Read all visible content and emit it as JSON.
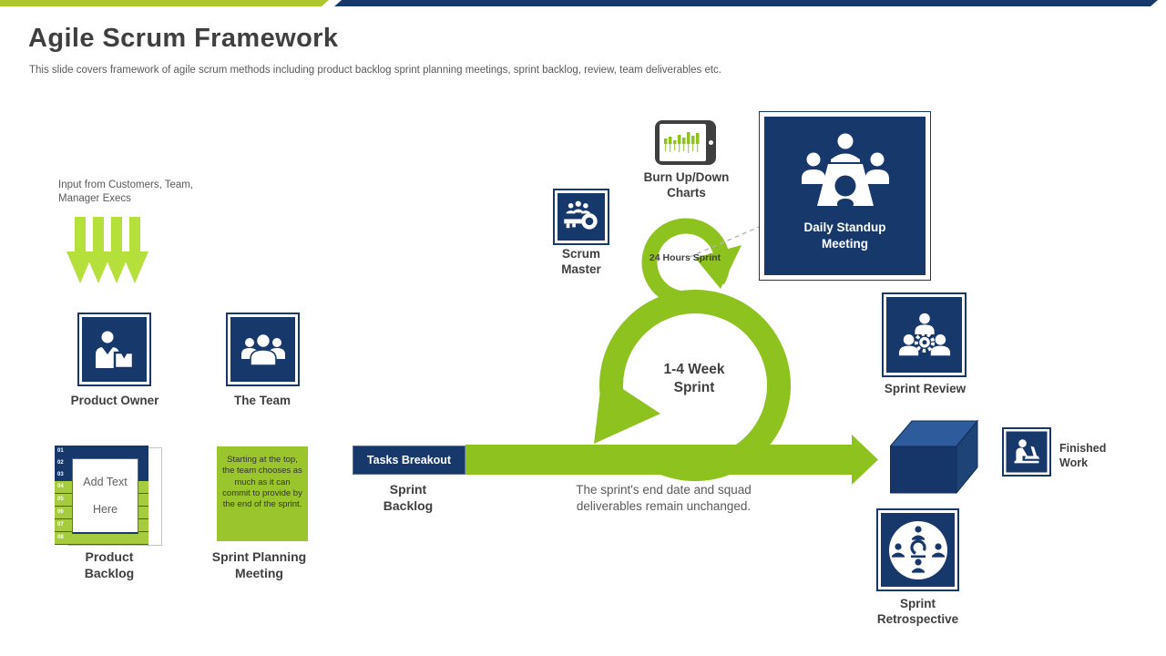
{
  "colors": {
    "navy": "#17386b",
    "green": "#8dc21f",
    "green_light": "#b5e03c",
    "green_row": "#a6cb3e",
    "green_box": "#9ac52d",
    "bar_green": "#aec72e",
    "ink": "#3f3f3f",
    "gray": "#595959"
  },
  "header": {
    "title": "Agile Scrum Framework",
    "subtitle": "This slide covers framework of agile scrum methods including product backlog sprint planning meetings, sprint backlog, review, team deliverables etc."
  },
  "left": {
    "input_note": "Input from Customers, Team, Manager Execs",
    "product_owner_label": "Product Owner",
    "team_label": "The Team",
    "product_backlog": {
      "rows": [
        "01",
        "02",
        "03",
        "04",
        "05",
        "06",
        "07",
        "08"
      ],
      "placeholder": "Add Text Here",
      "label": "Product Backlog"
    },
    "sprint_planning": {
      "text": "Starting at the top, the team chooses as much as it can commit to provide by the end of the sprint.",
      "label": "Sprint Planning Meeting"
    }
  },
  "center": {
    "tasks_breakout": "Tasks Breakout",
    "sprint_backlog_label": "Sprint Backlog",
    "scrum_master_label": "Scrum Master",
    "burn_charts_label": "Burn Up/Down Charts",
    "daily_cycle_label": "24 Hours Sprint",
    "weekly_cycle_label": "1-4 Week Sprint",
    "note": "The sprint's end date and squad deliverables remain unchanged."
  },
  "right": {
    "daily_standup_label": "Daily Standup Meeting",
    "sprint_review_label": "Sprint Review",
    "finished_work_label": "Finished Work",
    "sprint_retrospective_label": "Sprint Retrospective"
  }
}
